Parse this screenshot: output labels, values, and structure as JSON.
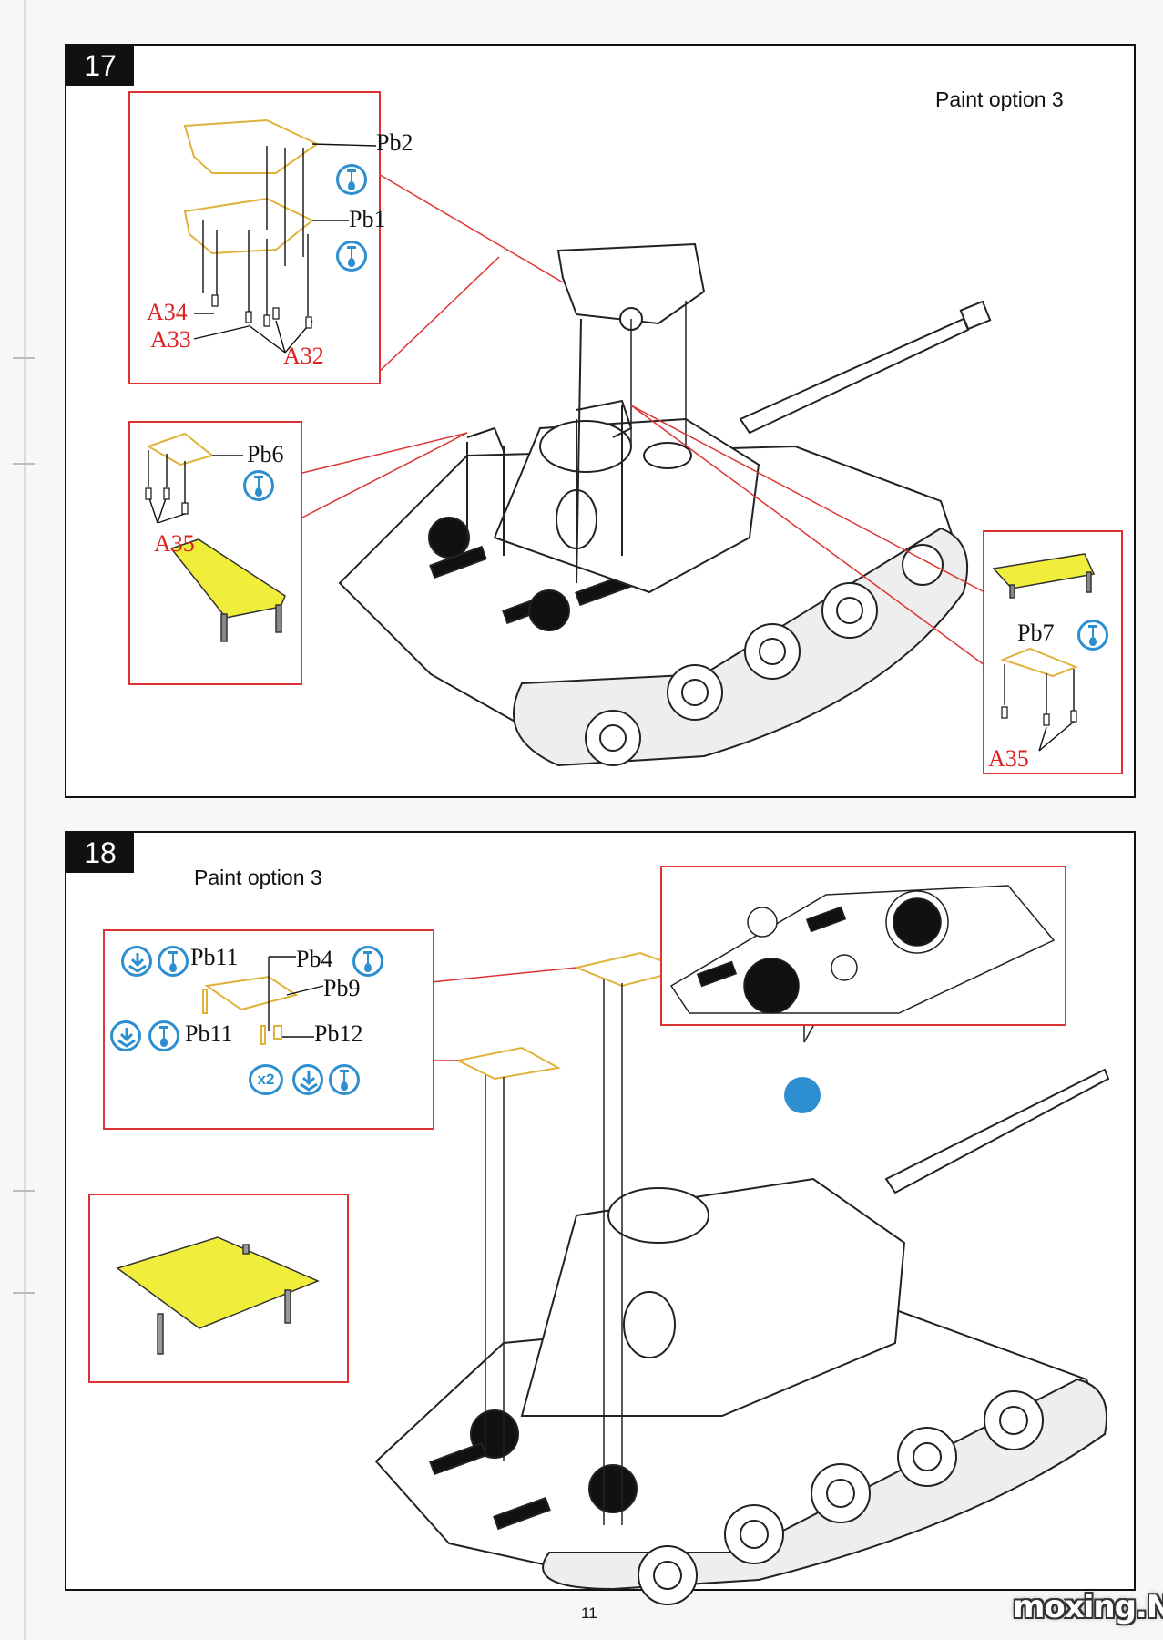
{
  "page_number": "11",
  "watermark": "moxing.NET",
  "steps": [
    {
      "number": "17",
      "paint_option": "Paint option 3",
      "callouts": {
        "top_left": {
          "parts": [
            "Pb2",
            "Pb1"
          ],
          "pins": [
            "A34",
            "A33",
            "A32"
          ]
        },
        "bottom_left": {
          "parts": [
            "Pb6"
          ],
          "pins": [
            "A35"
          ]
        },
        "right": {
          "parts": [
            "Pb7"
          ],
          "pins": [
            "A35"
          ]
        }
      }
    },
    {
      "number": "18",
      "paint_option": "Paint option 3",
      "callouts": {
        "parts": [
          "Pb11",
          "Pb4",
          "Pb9",
          "Pb11",
          "Pb12"
        ],
        "multiplier": "x2"
      }
    }
  ],
  "icons": {
    "glue": "glue-icon",
    "fold": "fold-down-icon",
    "tool": "tool-icon"
  },
  "colors": {
    "callout_border": "#d33",
    "icon_blue": "#2e8fd0",
    "part_yellow": "#f0ee3a",
    "etch_outline": "#e0b23a"
  }
}
